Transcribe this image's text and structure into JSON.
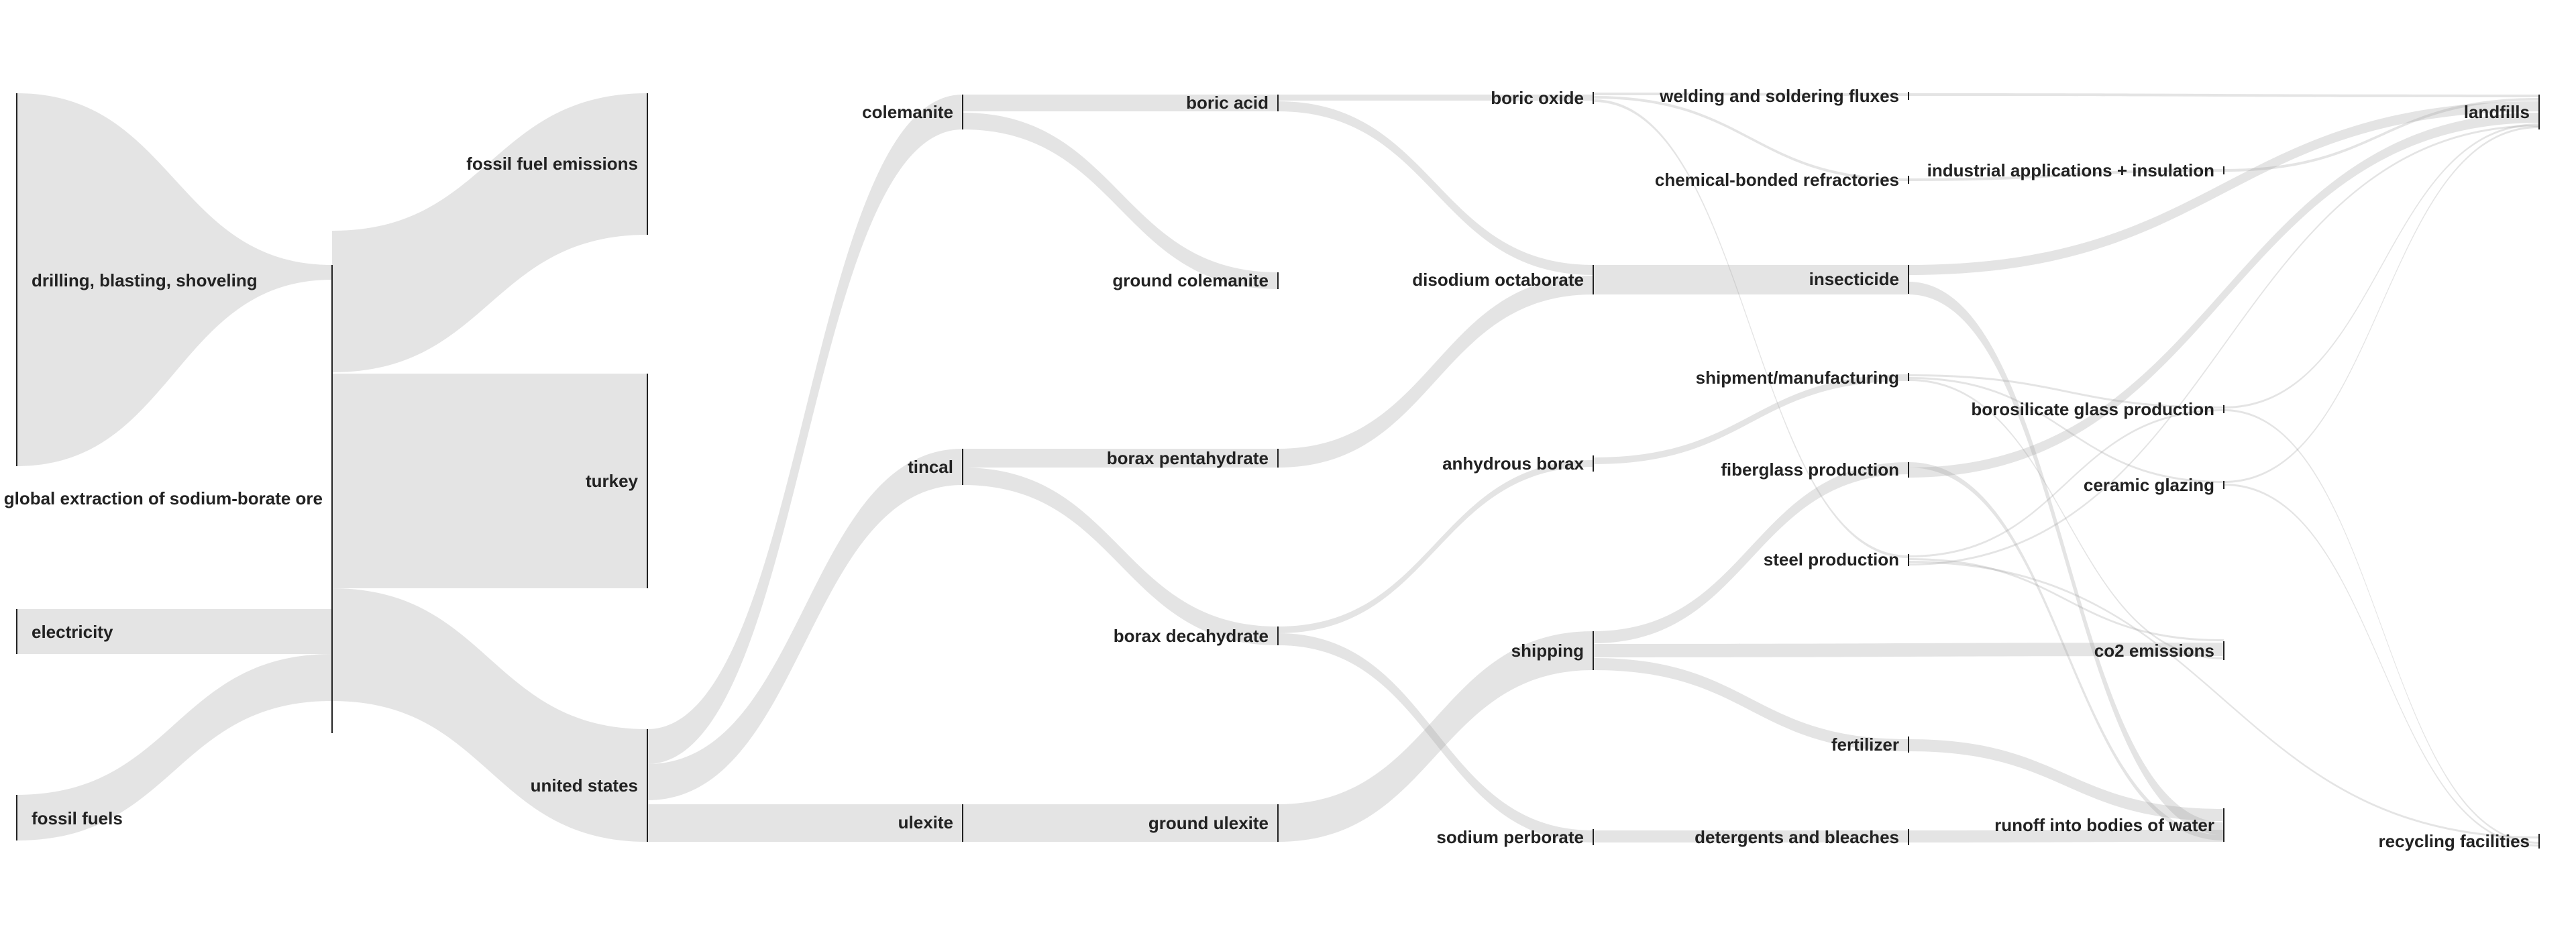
{
  "diagram": {
    "type": "sankey",
    "colors": {
      "link": "#9e9e9e",
      "node": "#222222",
      "text": "#222222",
      "background": "#ffffff"
    },
    "nodes": [
      {
        "id": "drilling",
        "label": "drilling, blasting, shoveling"
      },
      {
        "id": "electricity",
        "label": "electricity"
      },
      {
        "id": "fossil_fuels",
        "label": "fossil fuels"
      },
      {
        "id": "global",
        "label": "global extraction of sodium-borate ore"
      },
      {
        "id": "fossil_emissions",
        "label": "fossil fuel emissions"
      },
      {
        "id": "turkey",
        "label": "turkey"
      },
      {
        "id": "us",
        "label": "united states"
      },
      {
        "id": "colemanite",
        "label": "colemanite"
      },
      {
        "id": "tincal",
        "label": "tincal"
      },
      {
        "id": "ulexite",
        "label": "ulexite"
      },
      {
        "id": "boric_acid",
        "label": "boric acid"
      },
      {
        "id": "ground_colemanite",
        "label": "ground colemanite"
      },
      {
        "id": "borax_penta",
        "label": "borax pentahydrate"
      },
      {
        "id": "borax_deca",
        "label": "borax decahydrate"
      },
      {
        "id": "ground_ulexite",
        "label": "ground ulexite"
      },
      {
        "id": "boric_oxide",
        "label": "boric oxide"
      },
      {
        "id": "disodium",
        "label": "disodium octaborate"
      },
      {
        "id": "anhydrous",
        "label": "anhydrous borax"
      },
      {
        "id": "shipping",
        "label": "shipping"
      },
      {
        "id": "perborate",
        "label": "sodium perborate"
      },
      {
        "id": "welding",
        "label": "welding and soldering fluxes"
      },
      {
        "id": "chem_refract",
        "label": "chemical-bonded refractories"
      },
      {
        "id": "insecticide",
        "label": "insecticide"
      },
      {
        "id": "shipment_mfg",
        "label": "shipment/manufacturing"
      },
      {
        "id": "fiberglass",
        "label": "fiberglass production"
      },
      {
        "id": "steel",
        "label": "steel production"
      },
      {
        "id": "fertilizer",
        "label": "fertilizer"
      },
      {
        "id": "detergents",
        "label": "detergents and bleaches"
      },
      {
        "id": "industrial",
        "label": "industrial applications + insulation"
      },
      {
        "id": "borosilicate",
        "label": "borosilicate glass production"
      },
      {
        "id": "ceramic",
        "label": "ceramic glazing"
      },
      {
        "id": "co2",
        "label": "co2 emissions"
      },
      {
        "id": "runoff",
        "label": "runoff into bodies of water"
      },
      {
        "id": "landfills",
        "label": "landfills"
      },
      {
        "id": "recycling",
        "label": "recycling facilities"
      }
    ],
    "links": [
      {
        "source": "drilling",
        "target": "global"
      },
      {
        "source": "electricity",
        "target": "global"
      },
      {
        "source": "fossil_fuels",
        "target": "global"
      },
      {
        "source": "global",
        "target": "fossil_emissions"
      },
      {
        "source": "global",
        "target": "turkey"
      },
      {
        "source": "global",
        "target": "us"
      },
      {
        "source": "us",
        "target": "colemanite"
      },
      {
        "source": "us",
        "target": "tincal"
      },
      {
        "source": "us",
        "target": "ulexite"
      },
      {
        "source": "colemanite",
        "target": "boric_acid"
      },
      {
        "source": "colemanite",
        "target": "ground_colemanite"
      },
      {
        "source": "tincal",
        "target": "borax_penta"
      },
      {
        "source": "tincal",
        "target": "borax_deca"
      },
      {
        "source": "ulexite",
        "target": "ground_ulexite"
      },
      {
        "source": "boric_acid",
        "target": "boric_oxide"
      },
      {
        "source": "boric_acid",
        "target": "disodium"
      },
      {
        "source": "borax_penta",
        "target": "disodium"
      },
      {
        "source": "borax_deca",
        "target": "anhydrous"
      },
      {
        "source": "borax_deca",
        "target": "perborate"
      },
      {
        "source": "ground_ulexite",
        "target": "shipping"
      },
      {
        "source": "boric_oxide",
        "target": "welding"
      },
      {
        "source": "boric_oxide",
        "target": "chem_refract"
      },
      {
        "source": "boric_oxide",
        "target": "steel"
      },
      {
        "source": "disodium",
        "target": "insecticide"
      },
      {
        "source": "anhydrous",
        "target": "shipment_mfg"
      },
      {
        "source": "shipping",
        "target": "fiberglass"
      },
      {
        "source": "shipping",
        "target": "co2"
      },
      {
        "source": "shipping",
        "target": "fertilizer"
      },
      {
        "source": "perborate",
        "target": "detergents"
      },
      {
        "source": "welding",
        "target": "landfills"
      },
      {
        "source": "chem_refract",
        "target": "industrial"
      },
      {
        "source": "industrial",
        "target": "landfills"
      },
      {
        "source": "insecticide",
        "target": "landfills"
      },
      {
        "source": "insecticide",
        "target": "runoff"
      },
      {
        "source": "shipment_mfg",
        "target": "borosilicate"
      },
      {
        "source": "shipment_mfg",
        "target": "ceramic"
      },
      {
        "source": "shipment_mfg",
        "target": "co2"
      },
      {
        "source": "fiberglass",
        "target": "landfills"
      },
      {
        "source": "fiberglass",
        "target": "runoff"
      },
      {
        "source": "steel",
        "target": "borosilicate"
      },
      {
        "source": "steel",
        "target": "co2"
      },
      {
        "source": "steel",
        "target": "recycling"
      },
      {
        "source": "steel",
        "target": "landfills"
      },
      {
        "source": "fertilizer",
        "target": "runoff"
      },
      {
        "source": "detergents",
        "target": "runoff"
      },
      {
        "source": "borosilicate",
        "target": "landfills"
      },
      {
        "source": "borosilicate",
        "target": "recycling"
      },
      {
        "source": "ceramic",
        "target": "landfills"
      },
      {
        "source": "ceramic",
        "target": "recycling"
      }
    ]
  }
}
